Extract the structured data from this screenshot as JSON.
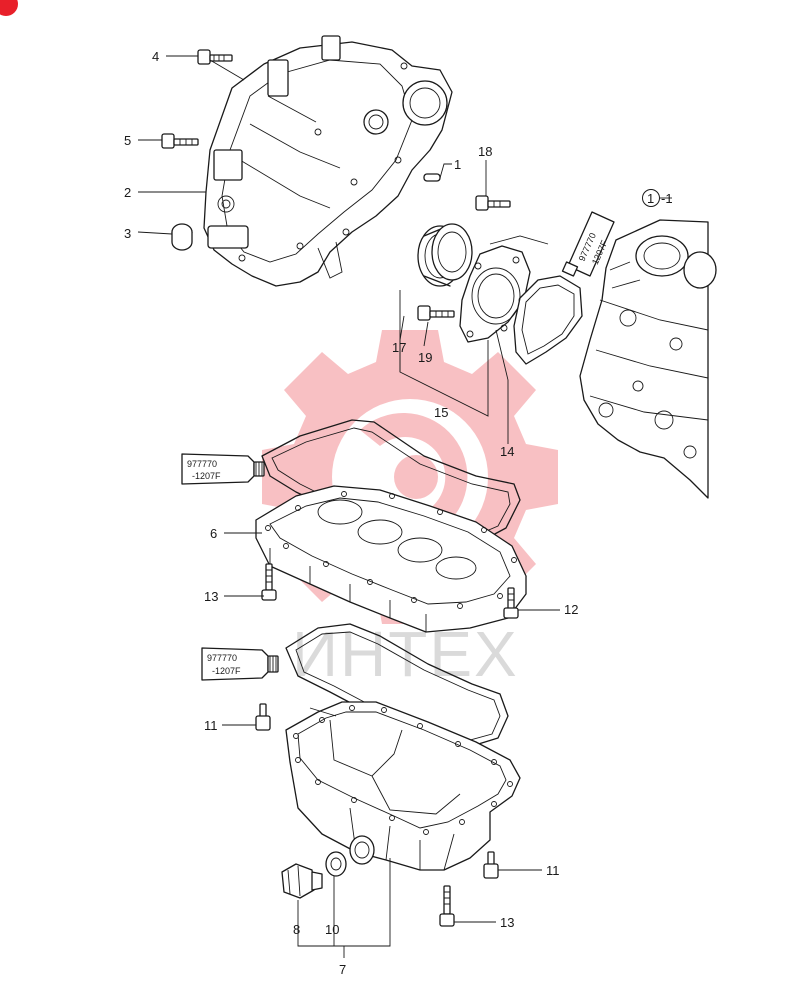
{
  "callouts": {
    "c1": "1",
    "c2": "2",
    "c3": "3",
    "c4": "4",
    "c5": "5",
    "c6": "6",
    "c7": "7",
    "c8": "8",
    "c10": "10",
    "c11a": "11",
    "c11b": "11",
    "c12": "12",
    "c13a": "13",
    "c13b": "13",
    "c14": "14",
    "c15": "15",
    "c17": "17",
    "c18": "18",
    "c19": "19",
    "ref_circle": "1",
    "ref_suffix": "-1"
  },
  "sealant": {
    "line1": "977770",
    "line2": "-1207F"
  },
  "watermark": {
    "text": "ИНТЕХ",
    "gear_color": "#e8202a",
    "badge_color": "#e8202a"
  }
}
